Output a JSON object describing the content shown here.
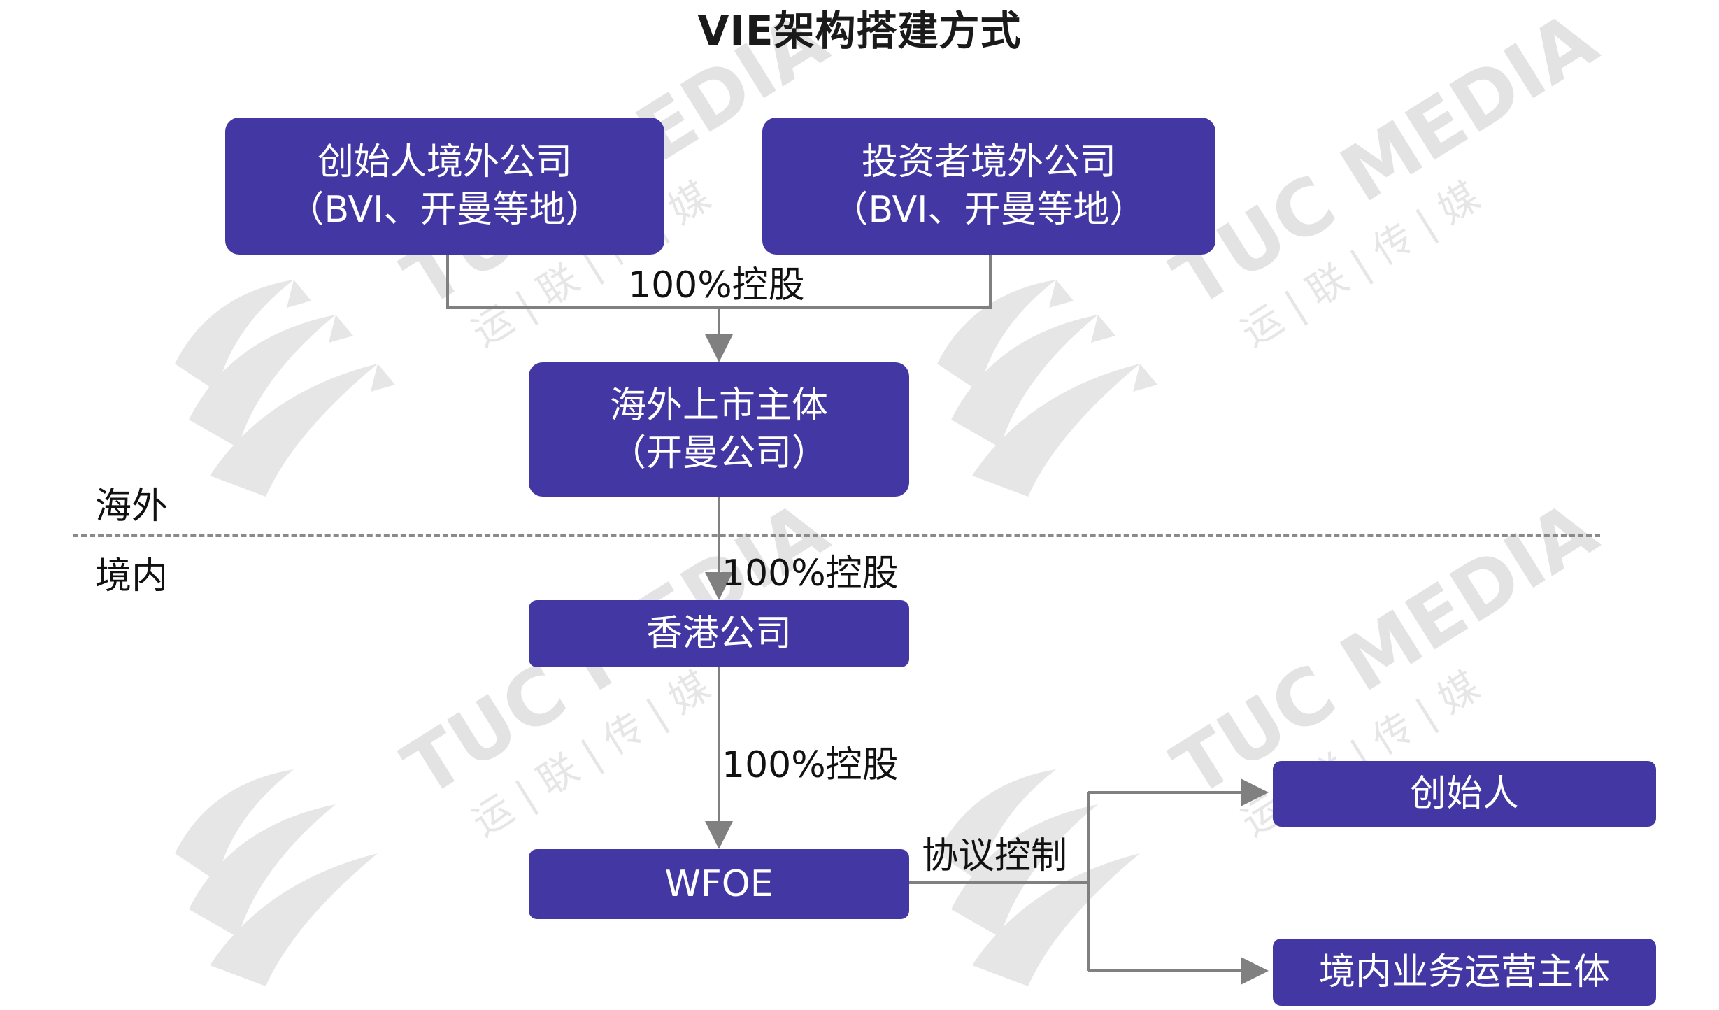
{
  "title": "VIE架构搭建方式",
  "watermark": {
    "brand": "TUC MEDIA",
    "subtitle": "运 | 联 | 传 | 媒"
  },
  "nodes": {
    "founder_offshore": {
      "line1": "创始人境外公司",
      "line2": "（BVI、开曼等地）"
    },
    "investor_offshore": {
      "line1": "投资者境外公司",
      "line2": "（BVI、开曼等地）"
    },
    "listing_entity": {
      "line1": "海外上市主体",
      "line2": "（开曼公司）"
    },
    "hk_company": {
      "line1": "香港公司"
    },
    "wfoe": {
      "line1": "WFOE"
    },
    "founder": {
      "line1": "创始人"
    },
    "domestic_operating_entity": {
      "line1": "境内业务运营主体"
    }
  },
  "edge_labels": {
    "top_holding": "100%控股",
    "listing_to_hk": "100%控股",
    "hk_to_wfoe": "100%控股",
    "agreement_control": "协议控制"
  },
  "regions": {
    "offshore": "海外",
    "onshore": "境内"
  },
  "colors": {
    "box_fill": "#4338a3",
    "box_text": "#ffffff",
    "connector": "#808080",
    "divider": "#8a8a8a",
    "watermark": "#e3e3e3"
  }
}
